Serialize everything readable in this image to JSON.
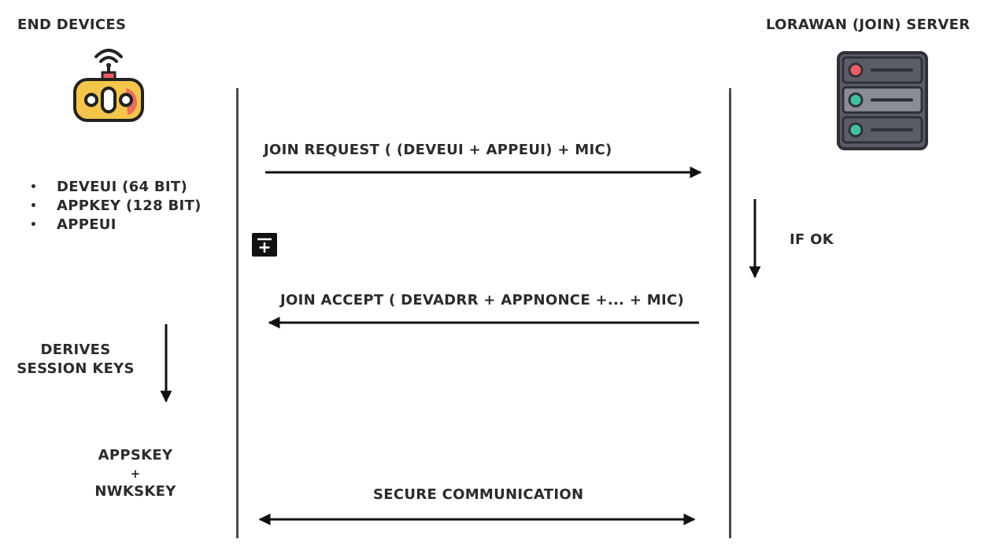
{
  "headings": {
    "left": "END DEVICES",
    "right": "LORAWAN (JOIN) SERVER"
  },
  "device_params": [
    "DEVEUI (64 BIT)",
    "APPKEY (128 BIT)",
    "APPEUI"
  ],
  "messages": {
    "join_request": "JOIN REQUEST ( (DEVEUI + APPEUI) + MIC)",
    "join_accept": "JOIN ACCEPT ( DEVADRR + APPNONCE +... + MIC)",
    "secure": "SECURE COMMUNICATION"
  },
  "steps": {
    "if_ok": "IF OK",
    "derives_line1": "DERIVES",
    "derives_line2": "SESSION KEYS",
    "keys_line1": "APPSKEY",
    "keys_plus": "+",
    "keys_line2": "NWKSKEY"
  },
  "colors": {
    "text": "#2b2b2b",
    "lifeline": "#4a4a55",
    "arrow": "#111111",
    "device_body": "#f3c64a",
    "device_accent": "#ef5a63",
    "server_body": "#5a5c66",
    "server_panel": "#8a8c96",
    "led_red": "#ef5a63",
    "led_teal": "#3ebf9f"
  },
  "icons": {
    "device": "iot-device-icon",
    "server": "server-icon",
    "toolbar": "insert-row-icon"
  }
}
